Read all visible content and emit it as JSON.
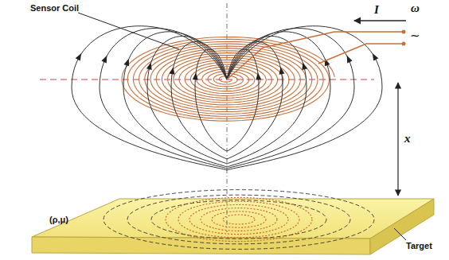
{
  "diagram": {
    "labels": [
      "Sensor Coil",
      "I",
      "ω",
      "~",
      "x",
      "(ρ,μ)",
      "Target"
    ]
  }
}
